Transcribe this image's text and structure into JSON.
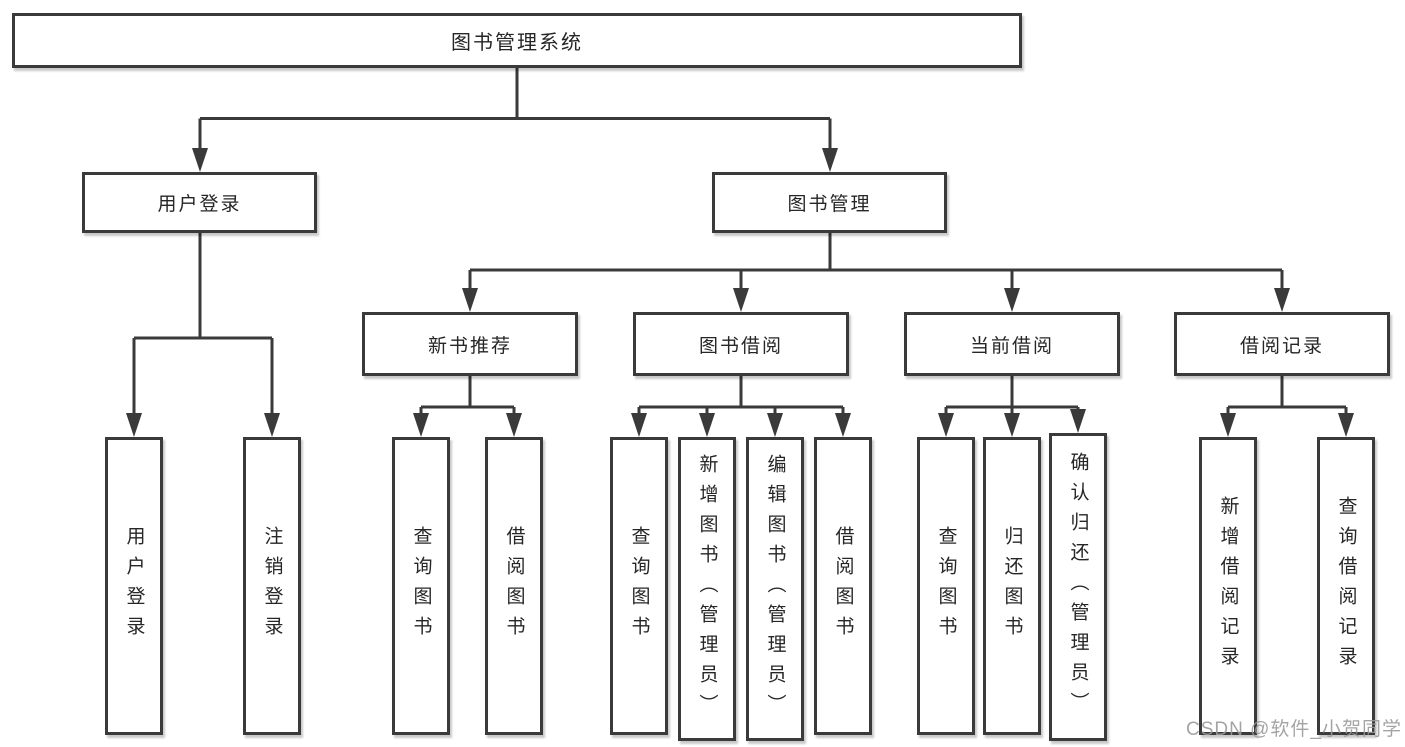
{
  "colors": {
    "line": "#3a3a3a",
    "box_border": "#3a3a3a",
    "box_fill": "#ffffff",
    "text": "#262626",
    "watermark": "#9b9b9b"
  },
  "watermark": {
    "text": "CSDN @软件_小贺同学"
  },
  "tree": {
    "root": {
      "label": "图书管理系统"
    },
    "branches": [
      {
        "label": "用户登录",
        "children": [
          {
            "label": "用户登录"
          },
          {
            "label": "注销登录"
          }
        ]
      },
      {
        "label": "图书管理",
        "sections": [
          {
            "label": "新书推荐",
            "children": [
              {
                "label": "查询图书"
              },
              {
                "label": "借阅图书"
              }
            ]
          },
          {
            "label": "图书借阅",
            "children": [
              {
                "label": "查询图书"
              },
              {
                "label": "新增图书（管理员）"
              },
              {
                "label": "编辑图书（管理员）"
              },
              {
                "label": "借阅图书"
              }
            ]
          },
          {
            "label": "当前借阅",
            "children": [
              {
                "label": "查询图书"
              },
              {
                "label": "归还图书"
              },
              {
                "label": "确认归还（管理员）"
              }
            ]
          },
          {
            "label": "借阅记录",
            "children": [
              {
                "label": "新增借阅记录"
              },
              {
                "label": "查询借阅记录"
              }
            ]
          }
        ]
      }
    ]
  }
}
